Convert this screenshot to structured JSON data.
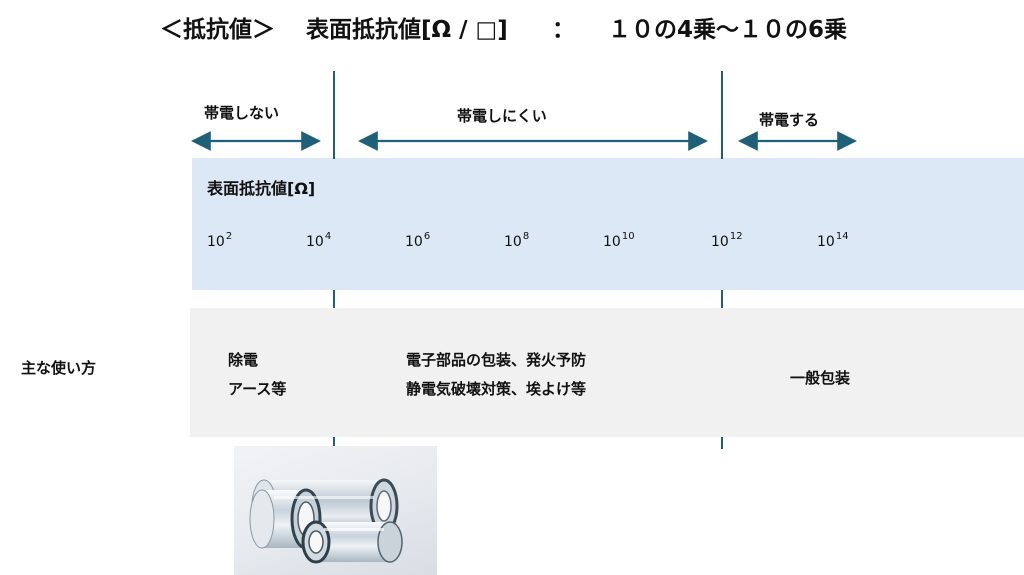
{
  "title": {
    "prefix": "＜抵抗値＞",
    "main": "表面抵抗値[Ω / □]",
    "colon": "：",
    "value": "１０の4乗～１０の6乗"
  },
  "zones": [
    {
      "label": "帯電しない"
    },
    {
      "label": "帯電しにくい"
    },
    {
      "label": "帯電する"
    }
  ],
  "band": {
    "title": "表面抵抗値[Ω]",
    "ticks": [
      {
        "base": "10",
        "exp": "2"
      },
      {
        "base": "10",
        "exp": "4"
      },
      {
        "base": "10",
        "exp": "6"
      },
      {
        "base": "10",
        "exp": "8"
      },
      {
        "base": "10",
        "exp": "10"
      },
      {
        "base": "10",
        "exp": "12"
      },
      {
        "base": "10",
        "exp": "14"
      }
    ]
  },
  "usage": {
    "label": "主な使い方",
    "groups": [
      {
        "line1": "除電",
        "line2": "アース等"
      },
      {
        "line1": "電子部品の包装、発火予防",
        "line2": "静電気破壊対策、埃よけ等"
      },
      {
        "line1": "一般包装"
      }
    ]
  },
  "colors": {
    "accent": "#1f6079",
    "band_blue": "#dce8f5",
    "band_gray": "#f1f1f1"
  },
  "photo": {
    "icon": "tape-rolls-photo"
  }
}
